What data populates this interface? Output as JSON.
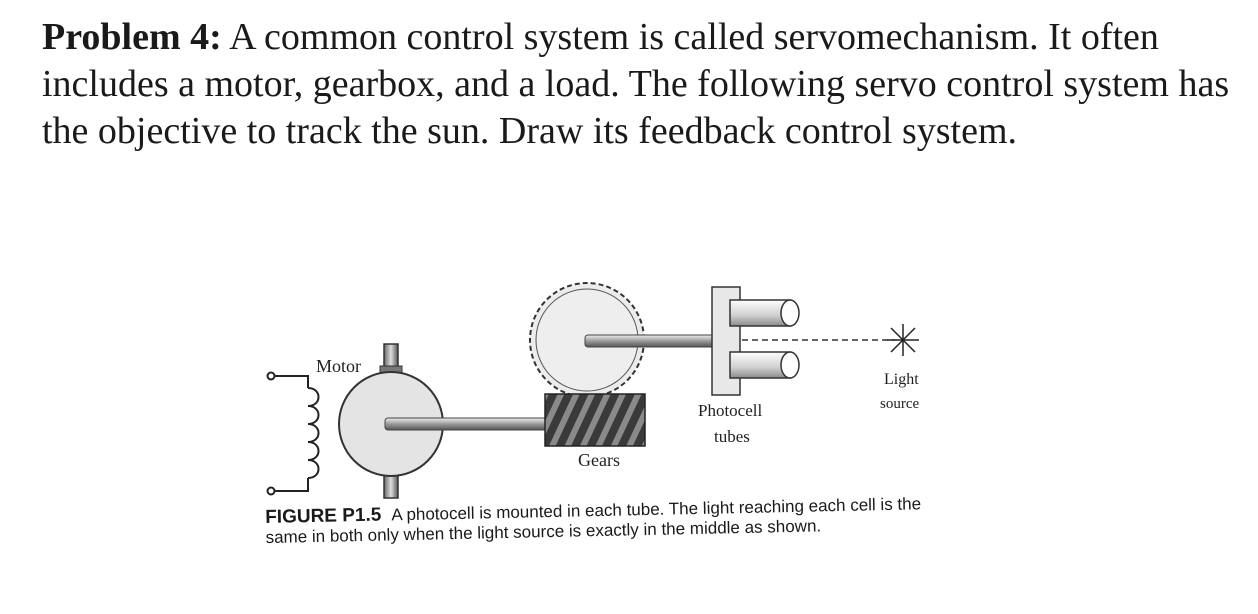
{
  "problem": {
    "label": "Problem 4:",
    "text": "A common control system is called servomechanism. It often includes a motor, gearbox, and a load. The following servo control system has the objective to track the sun. Draw its feedback control system."
  },
  "figure": {
    "labels": {
      "motor": "Motor",
      "gears": "Gears",
      "photocell_line1": "Photocell",
      "photocell_line2": "tubes",
      "light_line1": "Light",
      "light_line2": "source"
    },
    "caption_label": "FIGURE P1.5",
    "caption_text": "A photocell is mounted in each tube. The light reaching each cell is the same in both only when the light source is exactly in the middle as shown."
  }
}
